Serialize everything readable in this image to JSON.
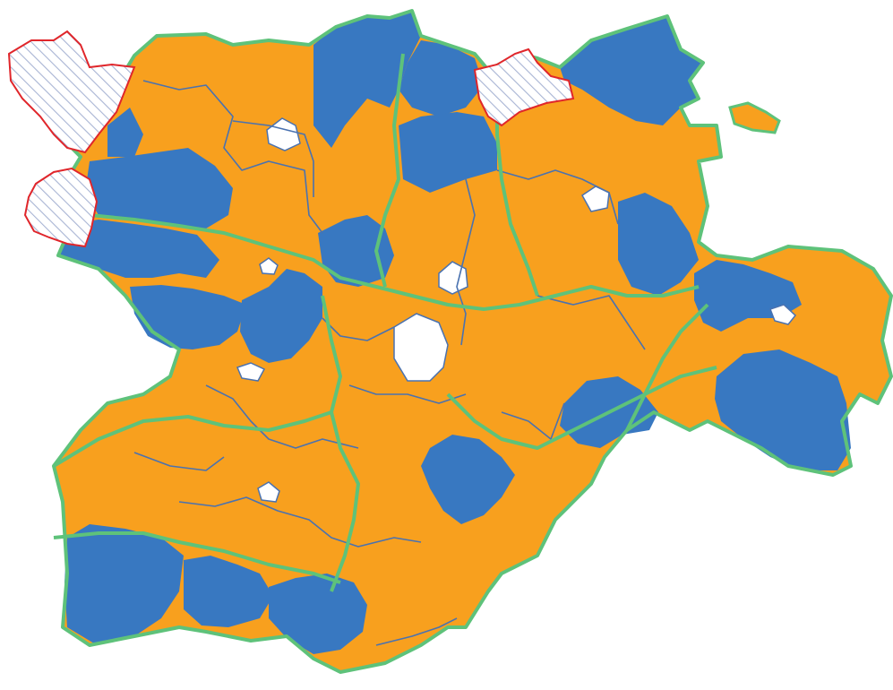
{
  "colors": {
    "background": "#ffffff",
    "category_a": "#3878c1",
    "category_b": "#f8a01e",
    "enclave": "#ffffff",
    "inner_border": "#4a72b0",
    "outer_border": "#5ec27a",
    "excluded_border": "#e0262b",
    "excluded_hatch": "#a8b4d4"
  },
  "region_types": [
    "category_a",
    "category_b",
    "enclave",
    "excluded"
  ],
  "regions_count": {
    "category_a": 20,
    "category_b": 37,
    "enclave": 8,
    "excluded": 3
  }
}
